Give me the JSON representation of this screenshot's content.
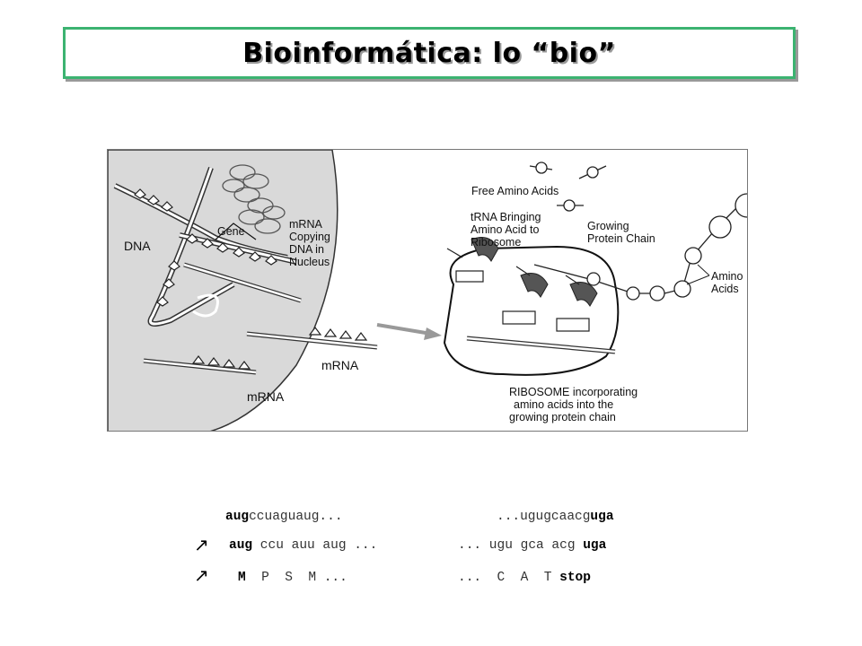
{
  "title": "Bioinformática: lo “bio”",
  "figure": {
    "labels": {
      "free_amino_acids": "Free Amino Acids",
      "trna_1": "tRNA Bringing",
      "trna_2": "Amino Acid to",
      "trna_3": "Ribosome",
      "growing_1": "Growing",
      "growing_2": "Protein Chain",
      "amino_1": "Amino",
      "amino_2": "Acids",
      "gene": "Gene",
      "dna": "DNA",
      "mrna_copy_1": "mRNA",
      "mrna_copy_2": "Copying",
      "mrna_copy_3": "DNA in",
      "mrna_copy_4": "Nucleus",
      "mrna_a": "mRNA",
      "mrna_b": "mRNA",
      "ribosome_1": "RIBOSOME incorporating",
      "ribosome_2": "amino acids into the",
      "ribosome_3": "growing protein chain"
    }
  },
  "sequences": {
    "row1": {
      "left_bold": "aug",
      "left_rest": "ccuaguaug...",
      "right_rest": "...ugugcaacg",
      "right_bold": "uga"
    },
    "row2": {
      "arrow": "↗",
      "left_bold": "aug",
      "left_rest": " ccu auu aug ...",
      "right_rest": "... ugu gca acg ",
      "right_bold": "uga"
    },
    "row3": {
      "arrow": "↗",
      "left_bold": "M",
      "left_rest": "  P  S  M ...",
      "right_rest": "...  C  A  T ",
      "right_bold": "stop"
    }
  }
}
